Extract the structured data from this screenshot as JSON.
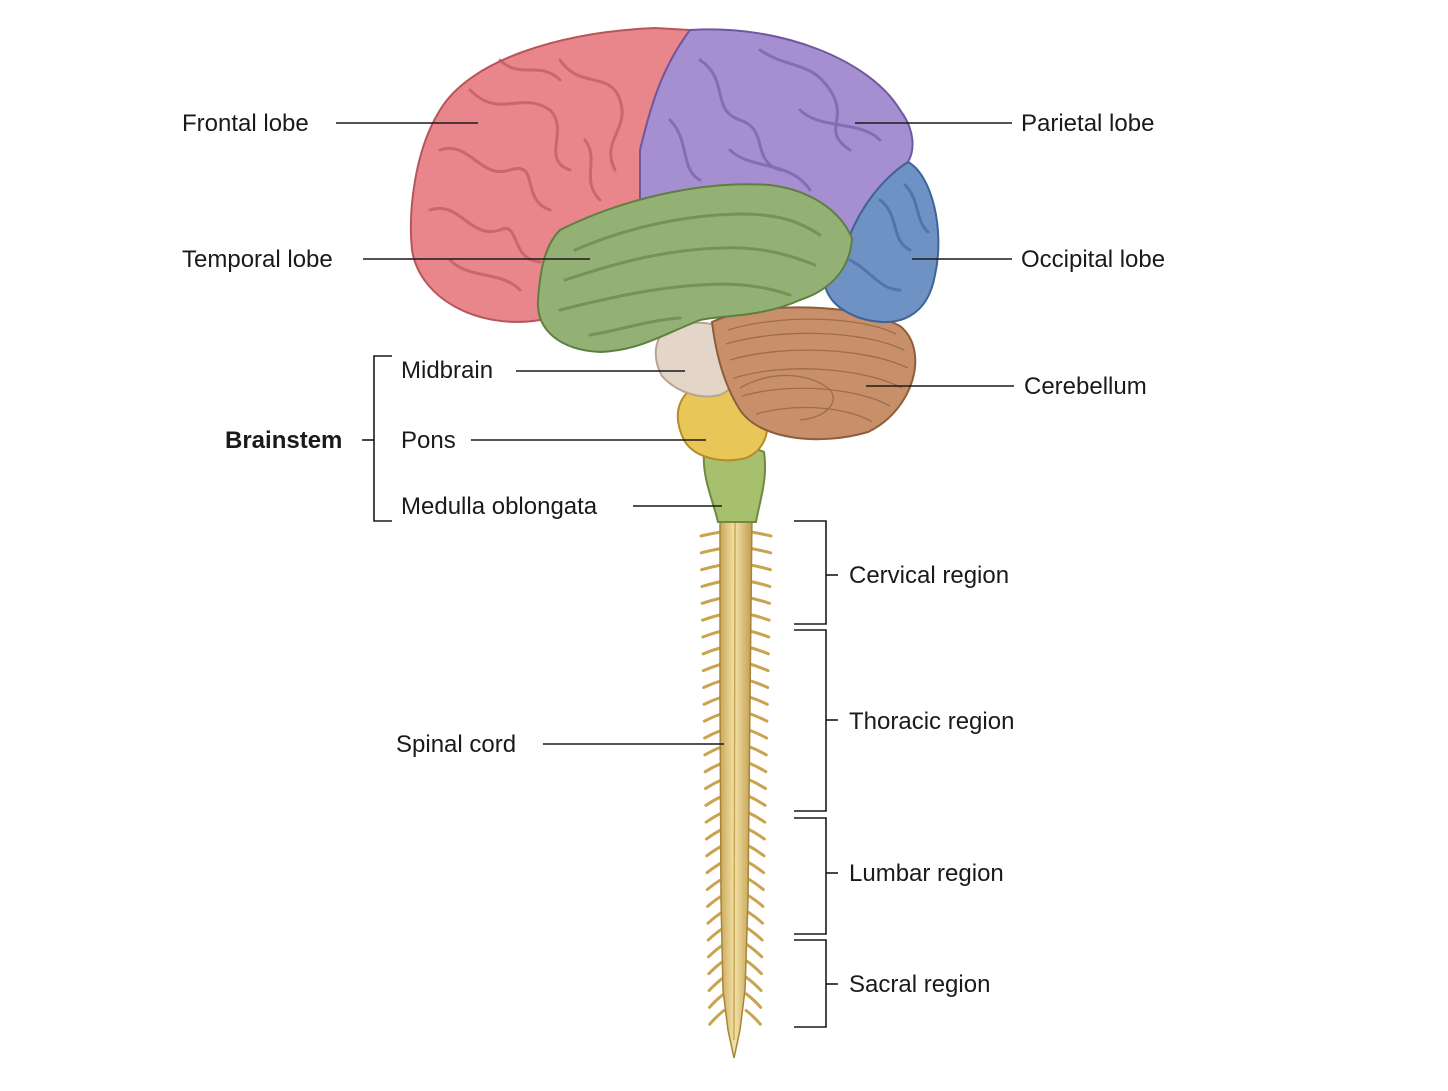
{
  "labels": {
    "frontal_lobe": "Frontal lobe",
    "parietal_lobe": "Parietal lobe",
    "temporal_lobe": "Temporal lobe",
    "occipital_lobe": "Occipital lobe",
    "midbrain": "Midbrain",
    "cerebellum": "Cerebellum",
    "brainstem": "Brainstem",
    "pons": "Pons",
    "medulla_oblongata": "Medulla oblongata",
    "cervical_region": "Cervical region",
    "thoracic_region": "Thoracic region",
    "spinal_cord": "Spinal cord",
    "lumbar_region": "Lumbar region",
    "sacral_region": "Sacral region"
  },
  "colors": {
    "frontal": "#e8868b",
    "parietal": "#a68fd0",
    "temporal": "#93b174",
    "occipital": "#6f92c4",
    "cerebellum": "#c8906a",
    "midbrain": "#e3d6c8",
    "pons": "#e8c658",
    "medulla": "#a7c06e",
    "spinal_cord": "#e8d18a"
  }
}
